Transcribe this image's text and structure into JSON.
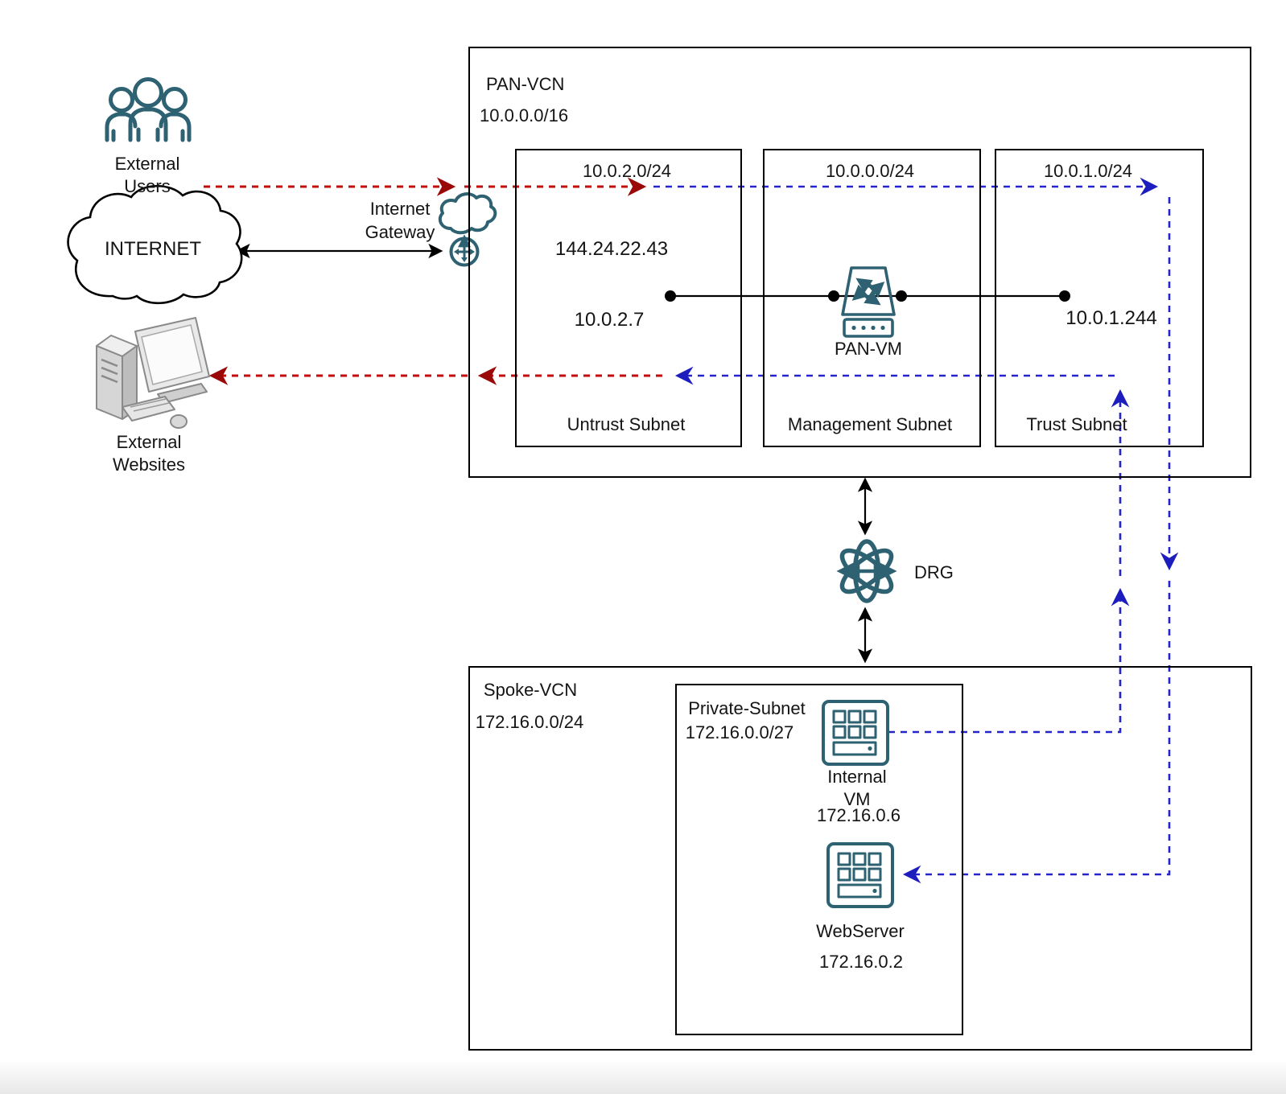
{
  "colors": {
    "teal": "#2e6272",
    "red": "#c40b0b",
    "red-head": "#9a0808",
    "blue": "#2424cc",
    "blue-head": "#1d1dbe",
    "ink": "#141414"
  },
  "icons": {
    "external_users": "people-group-icon",
    "internet": "cloud-icon",
    "external_websites": "desktop-computer-icon",
    "internet_gateway": "cloud-gateway-icon",
    "pan_vm": "firewall-router-icon",
    "drg": "dynamic-routing-gateway-icon",
    "internal_vm": "server-grid-icon",
    "webserver": "server-grid-icon"
  },
  "external_users": {
    "label": "External\nUsers"
  },
  "internet": {
    "label": "INTERNET"
  },
  "internet_gateway": {
    "label": "Internet\nGateway"
  },
  "external_websites": {
    "label": "External\nWebsites"
  },
  "pan_vcn": {
    "name": "PAN-VCN",
    "cidr": "10.0.0.0/16",
    "untrust_subnet": {
      "cidr": "10.0.2.0/24",
      "public_ip": "144.24.22.43",
      "private_ip": "10.0.2.7",
      "label": "Untrust Subnet"
    },
    "management_subnet": {
      "cidr": "10.0.0.0/24",
      "vm_label": "PAN-VM",
      "label": "Management Subnet"
    },
    "trust_subnet": {
      "cidr": "10.0.1.0/24",
      "ip": "10.0.1.244",
      "label": "Trust Subnet"
    }
  },
  "drg": {
    "label": "DRG"
  },
  "spoke_vcn": {
    "name": "Spoke-VCN",
    "cidr": "172.16.0.0/24",
    "private_subnet": {
      "name": "Private-Subnet",
      "cidr": "172.16.0.0/27",
      "internal_vm": {
        "label": "Internal\nVM",
        "ip": "172.16.0.6"
      },
      "webserver": {
        "label": "WebServer",
        "ip": "172.16.0.2"
      }
    }
  }
}
